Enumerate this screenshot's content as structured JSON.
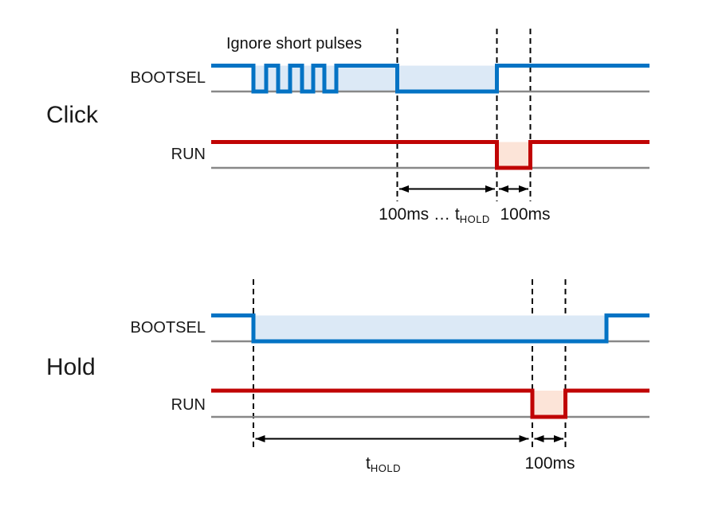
{
  "colors": {
    "signal_blue": "#0473c4",
    "signal_red": "#c00404",
    "fill_blue": "#dce9f6",
    "fill_red": "#fce4d8",
    "baseline_gray": "#888888",
    "text": "#1a1a1a",
    "background": "#ffffff"
  },
  "sections": [
    {
      "title": "Click",
      "annotation": "Ignore short pulses",
      "signals": [
        {
          "name": "BOOTSEL",
          "waveform": "high; four short low glitch pulses (ignored); high; low during press window; high again at release"
        },
        {
          "name": "RUN",
          "waveform": "high; pulses low for 100ms after BOOTSEL release; high"
        }
      ],
      "measurements": [
        {
          "prefix": "100ms … t",
          "sub": "HOLD"
        },
        {
          "label": "100ms"
        }
      ]
    },
    {
      "title": "Hold",
      "annotation": "",
      "signals": [
        {
          "name": "BOOTSEL",
          "waveform": "high; held low for tHOLD; high after release"
        },
        {
          "name": "RUN",
          "waveform": "high; pulses low for 100ms at end of hold period; high"
        }
      ],
      "measurements": [
        {
          "prefix": "t",
          "sub": "HOLD"
        },
        {
          "label": "100ms"
        }
      ]
    }
  ]
}
